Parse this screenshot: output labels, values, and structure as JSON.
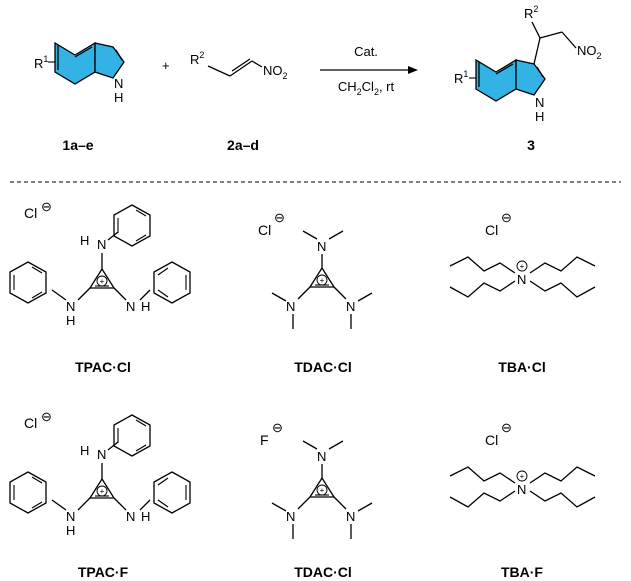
{
  "scheme": {
    "reactant1": {
      "substituent": "R",
      "substituent_sup": "1",
      "nh": "N",
      "nh_h": "H",
      "label": "1a–e"
    },
    "plus": "+",
    "reactant2": {
      "substituent": "R",
      "substituent_sup": "2",
      "nitro": "NO",
      "nitro_sub": "2",
      "label": "2a–d"
    },
    "arrow": {
      "above": "Cat.",
      "below_1": "CH",
      "below_2": "2",
      "below_3": "Cl",
      "below_4": "2",
      "below_5": ", rt"
    },
    "product": {
      "r1": "R",
      "r1_sup": "1",
      "r2": "R",
      "r2_sup": "2",
      "nitro": "NO",
      "nitro_sub": "2",
      "nh": "N",
      "nh_h": "H",
      "label": "3"
    }
  },
  "catalysts": [
    {
      "anion": "Cl",
      "anion_charge": "⊖",
      "name": "TPAC·Cl"
    },
    {
      "anion": "Cl",
      "anion_charge": "⊖",
      "name": "TDAC·Cl"
    },
    {
      "anion": "Cl",
      "anion_charge": "⊖",
      "name": "TBA·Cl"
    },
    {
      "anion": "Cl",
      "anion_charge": "⊖",
      "name": "TPAC·F"
    },
    {
      "anion": "F",
      "anion_charge": "⊖",
      "name": "TDAC·Cl"
    },
    {
      "anion": "Cl",
      "anion_charge": "⊖",
      "name": "TBA·F"
    }
  ],
  "atoms": {
    "N": "N",
    "H": "H",
    "plus": "+"
  },
  "colors": {
    "highlight": "#33b2e6",
    "ink": "#000000"
  }
}
